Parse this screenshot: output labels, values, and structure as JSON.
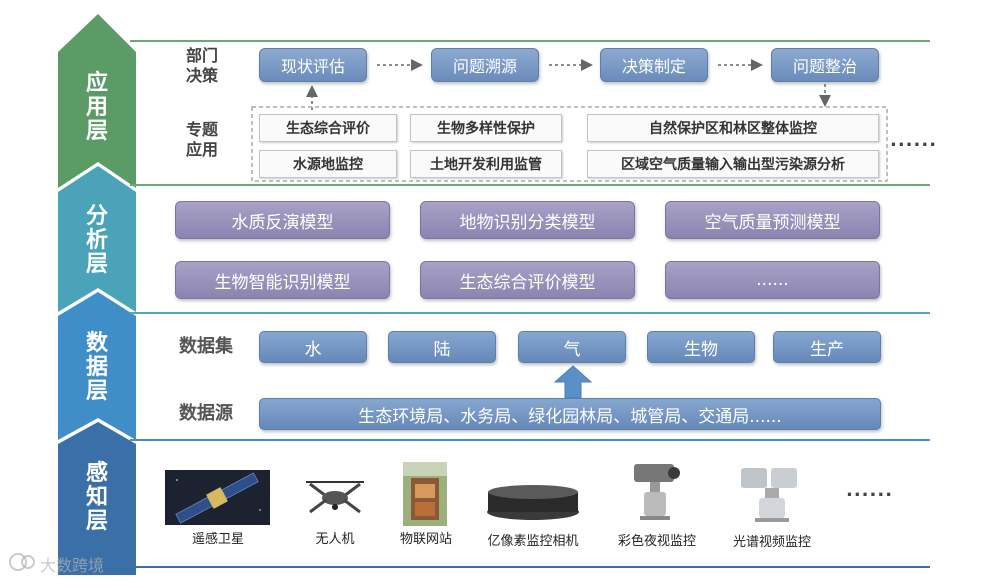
{
  "layers": {
    "application": "应用层",
    "analysis": "分析层",
    "data": "数据层",
    "perception": "感知层"
  },
  "application": {
    "decision_label": "部门决策",
    "topic_label": "专题应用",
    "flow": [
      "现状评估",
      "问题溯源",
      "决策制定",
      "问题整治"
    ],
    "topics_row1": [
      "生态综合评价",
      "生物多样性保护",
      "自然保护区和林区整体监控"
    ],
    "topics_row2": [
      "水源地监控",
      "土地开发利用监管",
      "区域空气质量输入输出型污染源分析"
    ],
    "more": "......"
  },
  "analysis": {
    "row1": [
      "水质反演模型",
      "地物识别分类模型",
      "空气质量预测模型"
    ],
    "row2": [
      "生物智能识别模型",
      "生态综合评价模型",
      "......"
    ]
  },
  "data": {
    "set_label": "数据集",
    "sets": [
      "水",
      "陆",
      "气",
      "生物",
      "生产"
    ],
    "source_label": "数据源",
    "sources": "生态环境局、水务局、绿化园林局、城管局、交通局......"
  },
  "perception": {
    "devices": [
      "遥感卫星",
      "无人机",
      "物联网站",
      "亿像素监控相机",
      "彩色夜视监控",
      "光谱视频监控"
    ],
    "more": "......"
  },
  "watermark": "大数跨境",
  "colors": {
    "application": "#5b9c66",
    "analysis": "#4a9bbd",
    "data": "#3f8ec8",
    "perception": "#3a6fa8"
  }
}
